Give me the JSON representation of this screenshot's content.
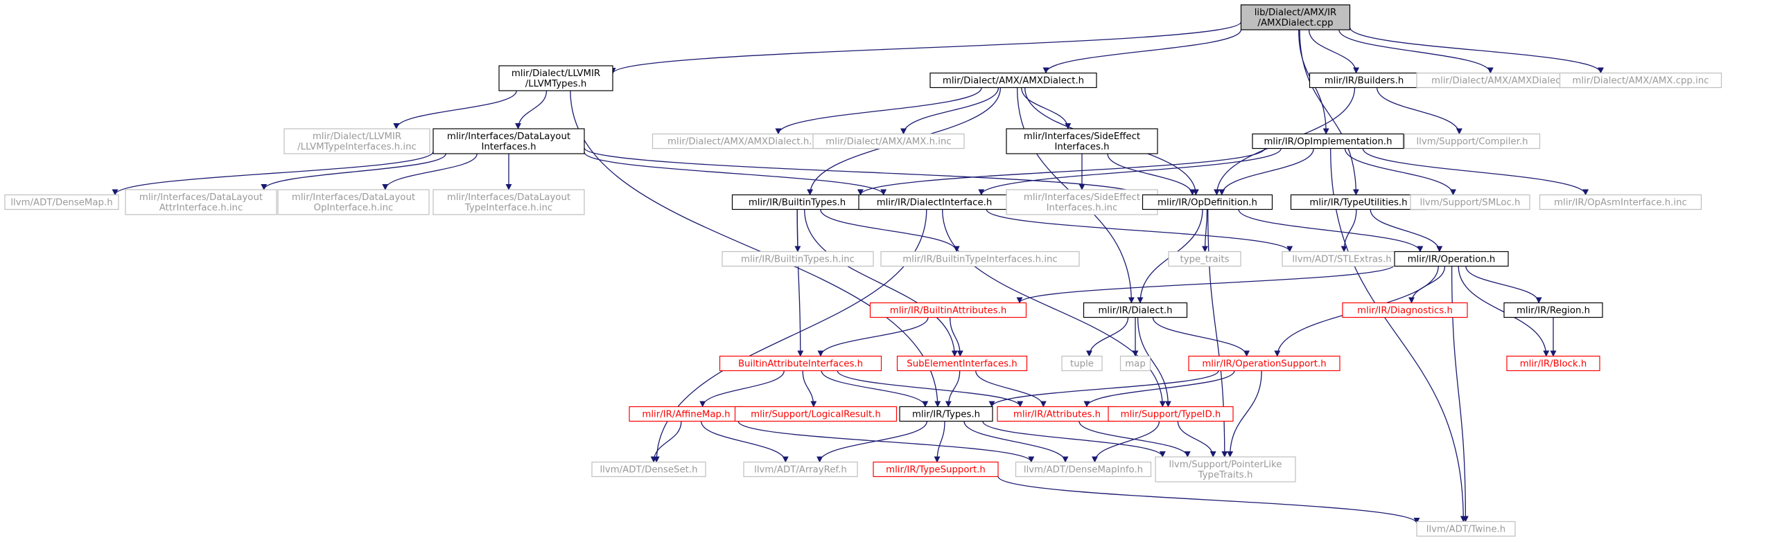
{
  "diagram": {
    "nodes": [
      {
        "id": "root",
        "lines": [
          "lib/Dialect/AMX/IR",
          "/AMXDialect.cpp"
        ],
        "style": "root"
      },
      {
        "id": "llvmtypes",
        "lines": [
          "mlir/Dialect/LLVMIR",
          "/LLVMTypes.h"
        ],
        "style": "black"
      },
      {
        "id": "amxdialect_h",
        "lines": [
          "mlir/Dialect/AMX/AMXDialect.h"
        ],
        "style": "black"
      },
      {
        "id": "builders",
        "lines": [
          "mlir/IR/Builders.h"
        ],
        "style": "black"
      },
      {
        "id": "amxdialect_cpp_inc",
        "lines": [
          "mlir/Dialect/AMX/AMXDialect.cpp.inc"
        ],
        "style": "gray"
      },
      {
        "id": "amx_cpp_inc",
        "lines": [
          "mlir/Dialect/AMX/AMX.cpp.inc"
        ],
        "style": "gray"
      },
      {
        "id": "llvmtypeinterfaces",
        "lines": [
          "mlir/Dialect/LLVMIR",
          "/LLVMTypeInterfaces.h.inc"
        ],
        "style": "gray"
      },
      {
        "id": "datalayout",
        "lines": [
          "mlir/Interfaces/DataLayout",
          "Interfaces.h"
        ],
        "style": "black"
      },
      {
        "id": "amxdialect_h_inc",
        "lines": [
          "mlir/Dialect/AMX/AMXDialect.h.inc"
        ],
        "style": "gray"
      },
      {
        "id": "amx_h_inc",
        "lines": [
          "mlir/Dialect/AMX/AMX.h.inc"
        ],
        "style": "gray"
      },
      {
        "id": "sideeffect",
        "lines": [
          "mlir/Interfaces/SideEffect",
          "Interfaces.h"
        ],
        "style": "black"
      },
      {
        "id": "compiler",
        "lines": [
          "llvm/Support/Compiler.h"
        ],
        "style": "gray"
      },
      {
        "id": "opimpl",
        "lines": [
          "mlir/IR/OpImplementation.h"
        ],
        "style": "black"
      },
      {
        "id": "densemap",
        "lines": [
          "llvm/ADT/DenseMap.h"
        ],
        "style": "gray"
      },
      {
        "id": "dl_attr_inc",
        "lines": [
          "mlir/Interfaces/DataLayout",
          "AttrInterface.h.inc"
        ],
        "style": "gray"
      },
      {
        "id": "dl_op_inc",
        "lines": [
          "mlir/Interfaces/DataLayout",
          "OpInterface.h.inc"
        ],
        "style": "gray"
      },
      {
        "id": "dl_type_inc",
        "lines": [
          "mlir/Interfaces/DataLayout",
          "TypeInterface.h.inc"
        ],
        "style": "gray"
      },
      {
        "id": "builtintypes",
        "lines": [
          "mlir/IR/BuiltinTypes.h"
        ],
        "style": "black"
      },
      {
        "id": "dialectinterface",
        "lines": [
          "mlir/IR/DialectInterface.h"
        ],
        "style": "black"
      },
      {
        "id": "se_inc",
        "lines": [
          "mlir/Interfaces/SideEffect",
          "Interfaces.h.inc"
        ],
        "style": "gray"
      },
      {
        "id": "opdefinition",
        "lines": [
          "mlir/IR/OpDefinition.h"
        ],
        "style": "black"
      },
      {
        "id": "typeutilities",
        "lines": [
          "mlir/IR/TypeUtilities.h"
        ],
        "style": "black"
      },
      {
        "id": "smloc",
        "lines": [
          "llvm/Support/SMLoc.h"
        ],
        "style": "gray"
      },
      {
        "id": "opasm_inc",
        "lines": [
          "mlir/IR/OpAsmInterface.h.inc"
        ],
        "style": "gray"
      },
      {
        "id": "builtintypes_inc",
        "lines": [
          "mlir/IR/BuiltinTypes.h.inc"
        ],
        "style": "gray"
      },
      {
        "id": "builtintypeinterfaces_inc",
        "lines": [
          "mlir/IR/BuiltinTypeInterfaces.h.inc"
        ],
        "style": "gray"
      },
      {
        "id": "type_traits",
        "lines": [
          "type_traits"
        ],
        "style": "gray"
      },
      {
        "id": "stlextras",
        "lines": [
          "llvm/ADT/STLExtras.h"
        ],
        "style": "gray"
      },
      {
        "id": "operation",
        "lines": [
          "mlir/IR/Operation.h"
        ],
        "style": "black"
      },
      {
        "id": "builtinattributes",
        "lines": [
          "mlir/IR/BuiltinAttributes.h"
        ],
        "style": "red"
      },
      {
        "id": "dialect",
        "lines": [
          "mlir/IR/Dialect.h"
        ],
        "style": "black"
      },
      {
        "id": "diagnostics",
        "lines": [
          "mlir/IR/Diagnostics.h"
        ],
        "style": "red"
      },
      {
        "id": "region",
        "lines": [
          "mlir/IR/Region.h"
        ],
        "style": "black"
      },
      {
        "id": "builtinattrinterfaces",
        "lines": [
          "BuiltinAttributeInterfaces.h"
        ],
        "style": "red"
      },
      {
        "id": "subelement",
        "lines": [
          "SubElementInterfaces.h"
        ],
        "style": "red"
      },
      {
        "id": "tuple",
        "lines": [
          "tuple"
        ],
        "style": "gray"
      },
      {
        "id": "map",
        "lines": [
          "map"
        ],
        "style": "gray"
      },
      {
        "id": "opsupport",
        "lines": [
          "mlir/IR/OperationSupport.h"
        ],
        "style": "red"
      },
      {
        "id": "block",
        "lines": [
          "mlir/IR/Block.h"
        ],
        "style": "red"
      },
      {
        "id": "affinemap",
        "lines": [
          "mlir/IR/AffineMap.h"
        ],
        "style": "red"
      },
      {
        "id": "logicalresult",
        "lines": [
          "mlir/Support/LogicalResult.h"
        ],
        "style": "red"
      },
      {
        "id": "types",
        "lines": [
          "mlir/IR/Types.h"
        ],
        "style": "black"
      },
      {
        "id": "attributes",
        "lines": [
          "mlir/IR/Attributes.h"
        ],
        "style": "red"
      },
      {
        "id": "typeid",
        "lines": [
          "mlir/Support/TypeID.h"
        ],
        "style": "red"
      },
      {
        "id": "denseset",
        "lines": [
          "llvm/ADT/DenseSet.h"
        ],
        "style": "gray"
      },
      {
        "id": "arrayref",
        "lines": [
          "llvm/ADT/ArrayRef.h"
        ],
        "style": "gray"
      },
      {
        "id": "typesupport",
        "lines": [
          "mlir/IR/TypeSupport.h"
        ],
        "style": "red"
      },
      {
        "id": "densemapinfo",
        "lines": [
          "llvm/ADT/DenseMapInfo.h"
        ],
        "style": "gray"
      },
      {
        "id": "pointerlike",
        "lines": [
          "llvm/Support/PointerLike",
          "TypeTraits.h"
        ],
        "style": "gray"
      },
      {
        "id": "twine",
        "lines": [
          "llvm/ADT/Twine.h"
        ],
        "style": "gray"
      }
    ],
    "edges": [
      [
        "root",
        "llvmtypes"
      ],
      [
        "root",
        "amxdialect_h"
      ],
      [
        "root",
        "builders"
      ],
      [
        "root",
        "amxdialect_cpp_inc"
      ],
      [
        "root",
        "amx_cpp_inc"
      ],
      [
        "root",
        "opimpl"
      ],
      [
        "root",
        "typeutilities"
      ],
      [
        "llvmtypes",
        "llvmtypeinterfaces"
      ],
      [
        "llvmtypes",
        "datalayout"
      ],
      [
        "llvmtypes",
        "types"
      ],
      [
        "amxdialect_h",
        "amxdialect_h_inc"
      ],
      [
        "amxdialect_h",
        "amx_h_inc"
      ],
      [
        "amxdialect_h",
        "sideeffect"
      ],
      [
        "amxdialect_h",
        "opdefinition"
      ],
      [
        "amxdialect_h",
        "builtintypes"
      ],
      [
        "amxdialect_h",
        "dialect"
      ],
      [
        "builders",
        "compiler"
      ],
      [
        "builders",
        "opdefinition"
      ],
      [
        "datalayout",
        "densemap"
      ],
      [
        "datalayout",
        "dl_attr_inc"
      ],
      [
        "datalayout",
        "dl_op_inc"
      ],
      [
        "datalayout",
        "dl_type_inc"
      ],
      [
        "datalayout",
        "dialectinterface"
      ],
      [
        "datalayout",
        "opdefinition"
      ],
      [
        "sideeffect",
        "se_inc"
      ],
      [
        "sideeffect",
        "opdefinition"
      ],
      [
        "opimpl",
        "builtintypes"
      ],
      [
        "opimpl",
        "dialectinterface"
      ],
      [
        "opimpl",
        "opdefinition"
      ],
      [
        "opimpl",
        "smloc"
      ],
      [
        "opimpl",
        "opasm_inc"
      ],
      [
        "opimpl",
        "twine"
      ],
      [
        "builtintypes",
        "builtintypes_inc"
      ],
      [
        "builtintypes",
        "builtintypeinterfaces_inc"
      ],
      [
        "builtintypes",
        "builtinattrinterfaces"
      ],
      [
        "builtintypes",
        "subelement"
      ],
      [
        "dialectinterface",
        "stlextras"
      ],
      [
        "dialectinterface",
        "denseset"
      ],
      [
        "dialectinterface",
        "typeid"
      ],
      [
        "opdefinition",
        "type_traits"
      ],
      [
        "opdefinition",
        "operation"
      ],
      [
        "opdefinition",
        "dialect"
      ],
      [
        "opdefinition",
        "pointerlike"
      ],
      [
        "typeutilities",
        "stlextras"
      ],
      [
        "typeutilities",
        "operation"
      ],
      [
        "operation",
        "builtinattributes"
      ],
      [
        "operation",
        "diagnostics"
      ],
      [
        "operation",
        "region"
      ],
      [
        "operation",
        "opsupport"
      ],
      [
        "operation",
        "block"
      ],
      [
        "operation",
        "twine"
      ],
      [
        "builtinattributes",
        "builtinattrinterfaces"
      ],
      [
        "builtinattributes",
        "subelement"
      ],
      [
        "dialect",
        "tuple"
      ],
      [
        "dialect",
        "map"
      ],
      [
        "dialect",
        "opsupport"
      ],
      [
        "dialect",
        "typeid"
      ],
      [
        "region",
        "block"
      ],
      [
        "builtinattrinterfaces",
        "affinemap"
      ],
      [
        "builtinattrinterfaces",
        "logicalresult"
      ],
      [
        "builtinattrinterfaces",
        "types"
      ],
      [
        "builtinattrinterfaces",
        "attributes"
      ],
      [
        "subelement",
        "types"
      ],
      [
        "subelement",
        "attributes"
      ],
      [
        "opsupport",
        "types"
      ],
      [
        "opsupport",
        "attributes"
      ],
      [
        "opsupport",
        "pointerlike"
      ],
      [
        "affinemap",
        "denseset"
      ],
      [
        "affinemap",
        "arrayref"
      ],
      [
        "affinemap",
        "densemapinfo"
      ],
      [
        "types",
        "arrayref"
      ],
      [
        "types",
        "typesupport"
      ],
      [
        "types",
        "densemapinfo"
      ],
      [
        "types",
        "pointerlike"
      ],
      [
        "typeid",
        "densemapinfo"
      ],
      [
        "typeid",
        "pointerlike"
      ],
      [
        "attributes",
        "pointerlike"
      ],
      [
        "typesupport",
        "twine"
      ]
    ]
  },
  "colors": {
    "edge": "#191970",
    "root_fill": "#bfbfbf",
    "black_border": "#000000",
    "red_border": "#ff0000",
    "red_text": "#ff0000",
    "gray_border": "#bfbfbf",
    "gray_text": "#999999",
    "node_fill": "#ffffff",
    "text": "#000000"
  }
}
